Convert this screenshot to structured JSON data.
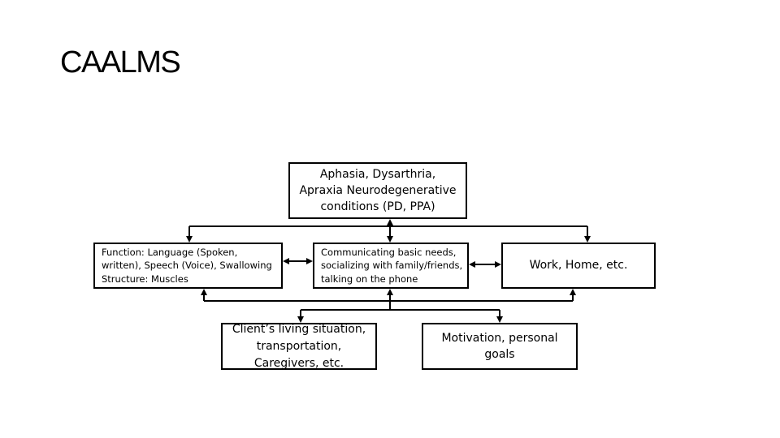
{
  "slide": {
    "title": "CAALMS"
  },
  "diagram": {
    "health_condition": "Aphasia, Dysarthria,\nApraxia Neurodegenerative\nconditions (PD, PPA)",
    "body_function": "Function: Language (Spoken,\nwritten), Speech (Voice), Swallowing\nStructure: Muscles",
    "activity": "Communicating basic needs,\nsocializing with family/friends,\ntalking on the phone",
    "participation": "Work, Home, etc.",
    "environmental_factors": "Client’s living situation,\ntransportation,\nCaregivers, etc.",
    "personal_factors": "Motivation, personal\ngoals"
  }
}
